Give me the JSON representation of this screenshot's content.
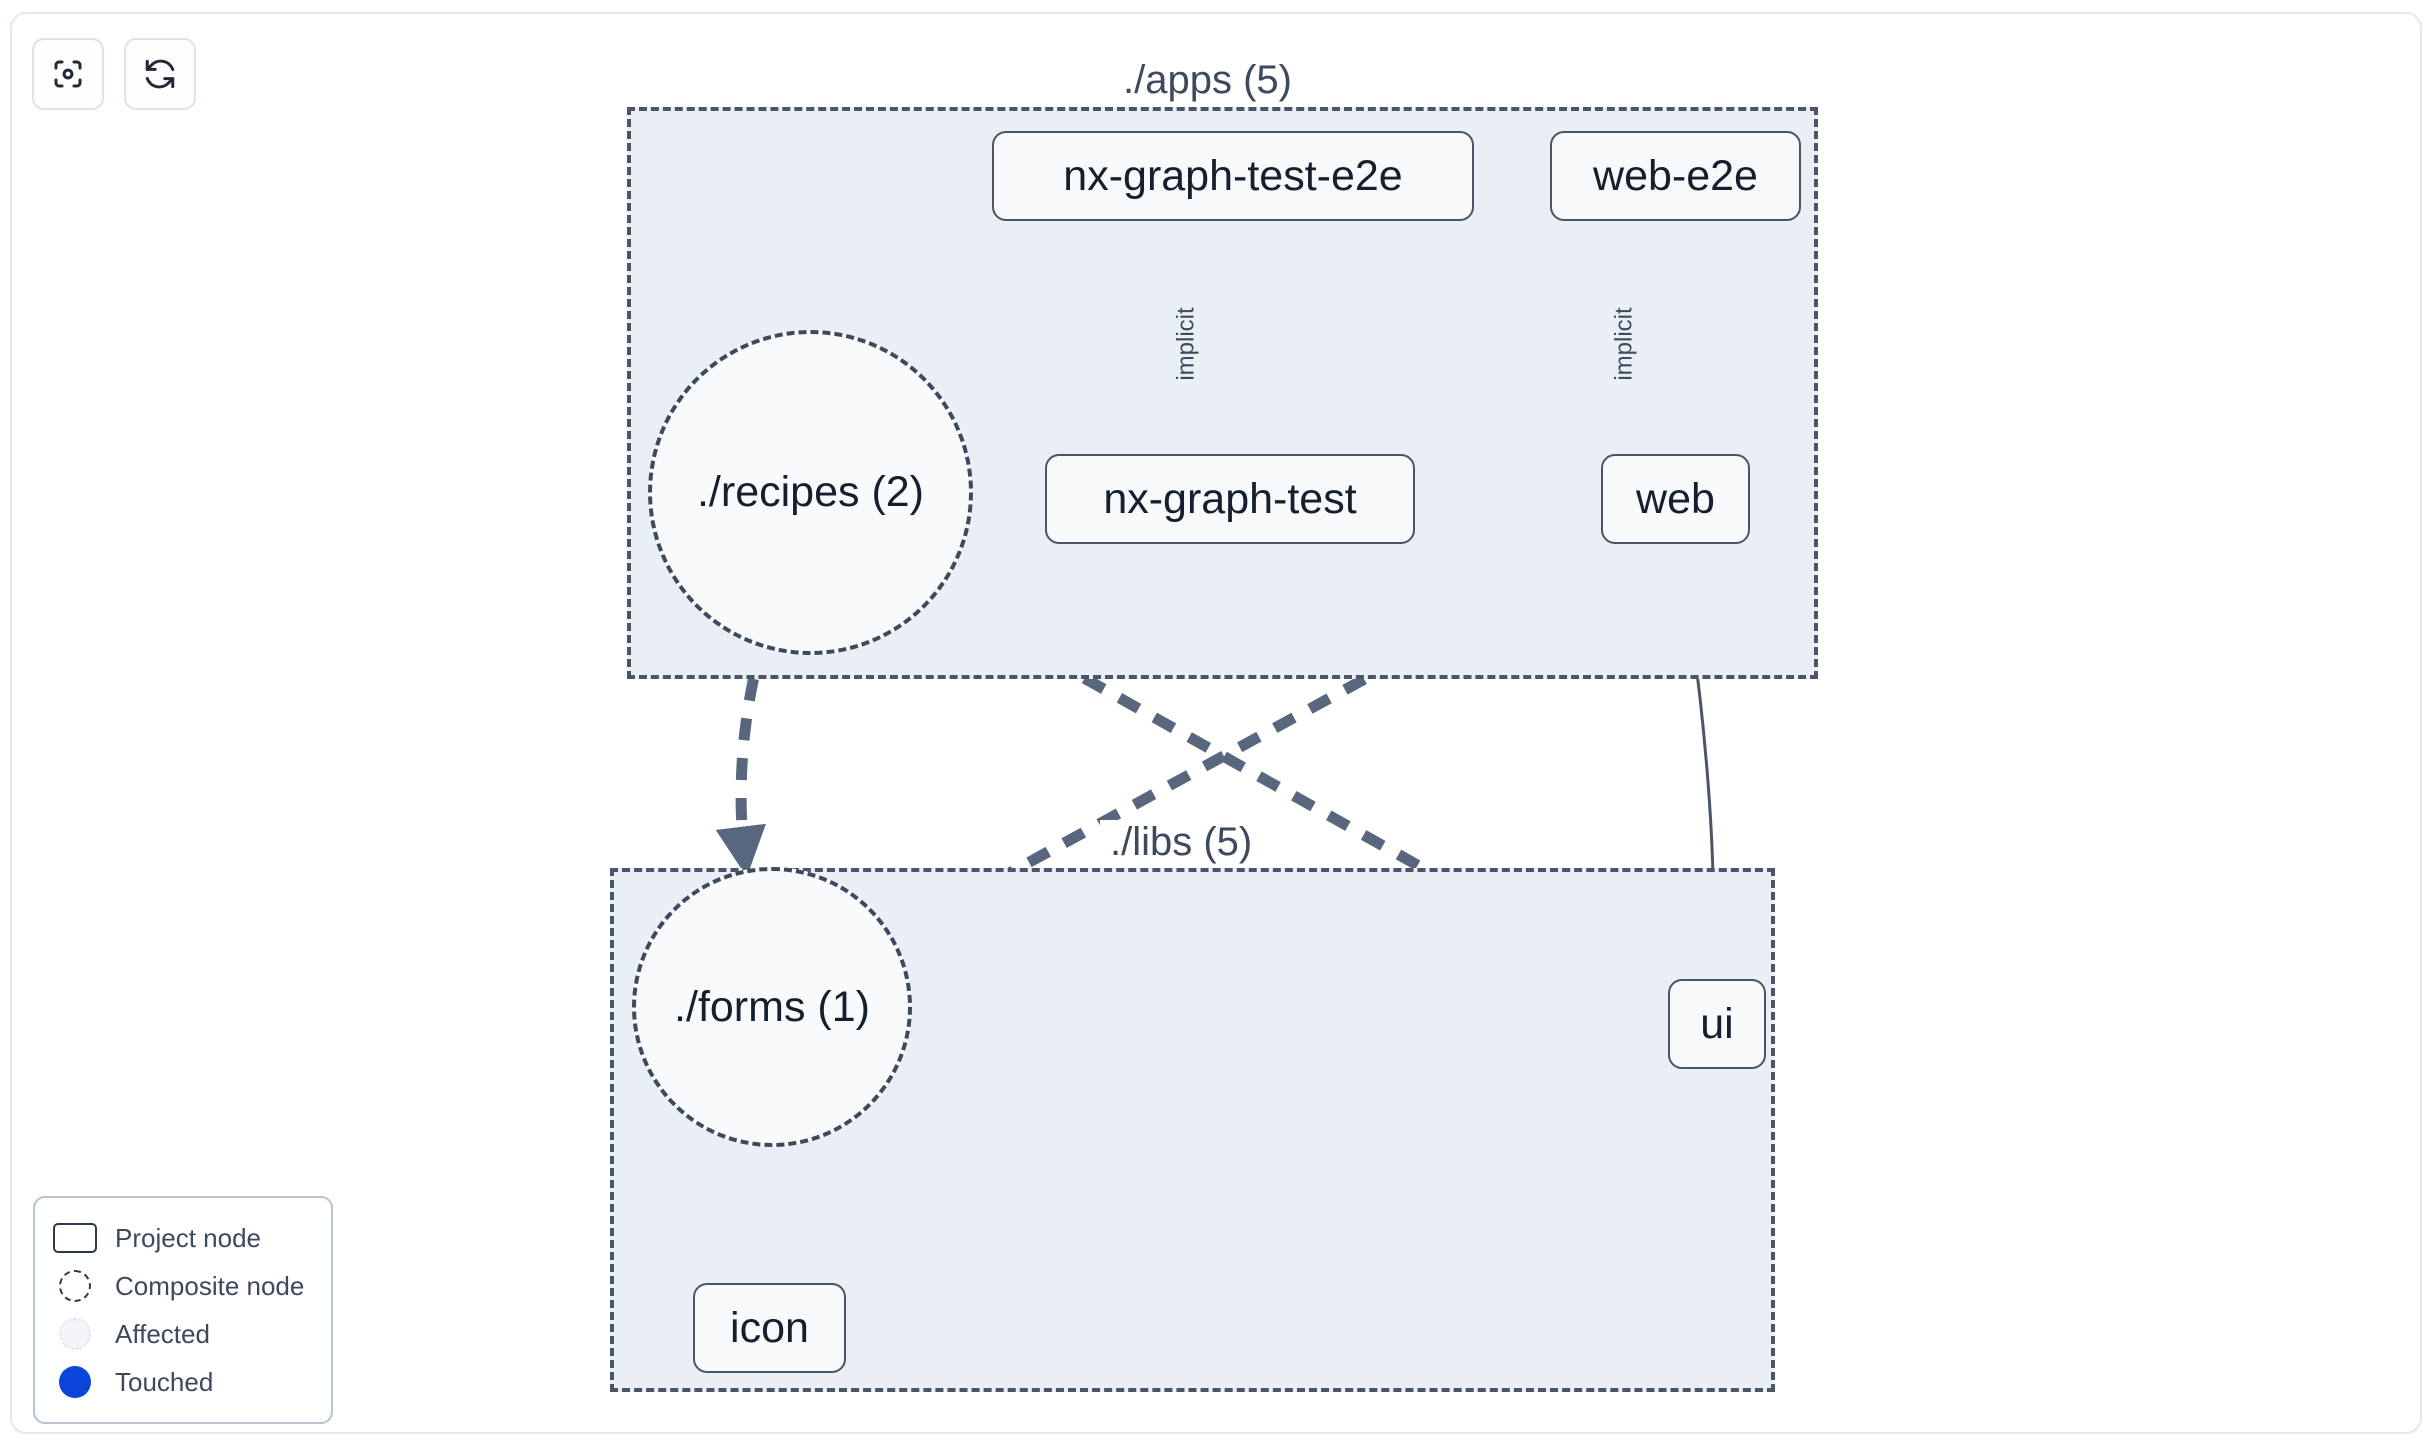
{
  "toolbar": {
    "buttons": [
      {
        "name": "focus-graph-button",
        "icon": "viewfinder-focus-icon",
        "label": ""
      },
      {
        "name": "refresh-graph-button",
        "icon": "refresh-icon",
        "label": ""
      }
    ]
  },
  "groups": [
    {
      "id": "apps",
      "label": "./apps (5)"
    },
    {
      "id": "libs",
      "label": "./libs (5)"
    }
  ],
  "nodes": [
    {
      "id": "nx-graph-test-e2e",
      "label": "nx-graph-test-e2e",
      "kind": "project",
      "group": "apps"
    },
    {
      "id": "web-e2e",
      "label": "web-e2e",
      "kind": "project",
      "group": "apps"
    },
    {
      "id": "nx-graph-test",
      "label": "nx-graph-test",
      "kind": "project",
      "group": "apps"
    },
    {
      "id": "web",
      "label": "web",
      "kind": "project",
      "group": "apps"
    },
    {
      "id": "recipes",
      "label": "./recipes (2)",
      "kind": "composite",
      "group": "apps"
    },
    {
      "id": "forms",
      "label": "./forms (1)",
      "kind": "composite",
      "group": "libs"
    },
    {
      "id": "ui",
      "label": "ui",
      "kind": "project",
      "group": "libs"
    },
    {
      "id": "icon",
      "label": "icon",
      "kind": "project",
      "group": "libs"
    }
  ],
  "edges": [
    {
      "from": "nx-graph-test-e2e",
      "to": "nx-graph-test",
      "label": "implicit",
      "style": "solid"
    },
    {
      "from": "web-e2e",
      "to": "web",
      "label": "implicit",
      "style": "solid"
    },
    {
      "from": "web",
      "to": "ui",
      "label": "",
      "style": "solid"
    },
    {
      "from": "recipes",
      "to": "forms",
      "label": "",
      "style": "dashed"
    },
    {
      "from": "recipes",
      "to": "ui",
      "label": "",
      "style": "dashed"
    },
    {
      "from": "web",
      "to": "forms",
      "label": "",
      "style": "dashed"
    },
    {
      "from": "forms",
      "to": "icon",
      "label": "",
      "style": "dashed"
    }
  ],
  "legend": {
    "items": [
      {
        "swatch": "project-node-swatch",
        "label": "Project node"
      },
      {
        "swatch": "composite-node-swatch",
        "label": "Composite node"
      },
      {
        "swatch": "affected-swatch",
        "label": "Affected"
      },
      {
        "swatch": "touched-swatch",
        "label": "Touched"
      }
    ]
  },
  "colors": {
    "edge": "#4a5568",
    "group_fill": "#eaeff5",
    "group_border": "#4a5568",
    "node_fill": "#f7f9fb",
    "node_border": "#4a5568",
    "text": "#14202e",
    "label_text": "#3d4a5e",
    "touched": "#0a44d8",
    "panel_border": "#e2e8f0"
  }
}
